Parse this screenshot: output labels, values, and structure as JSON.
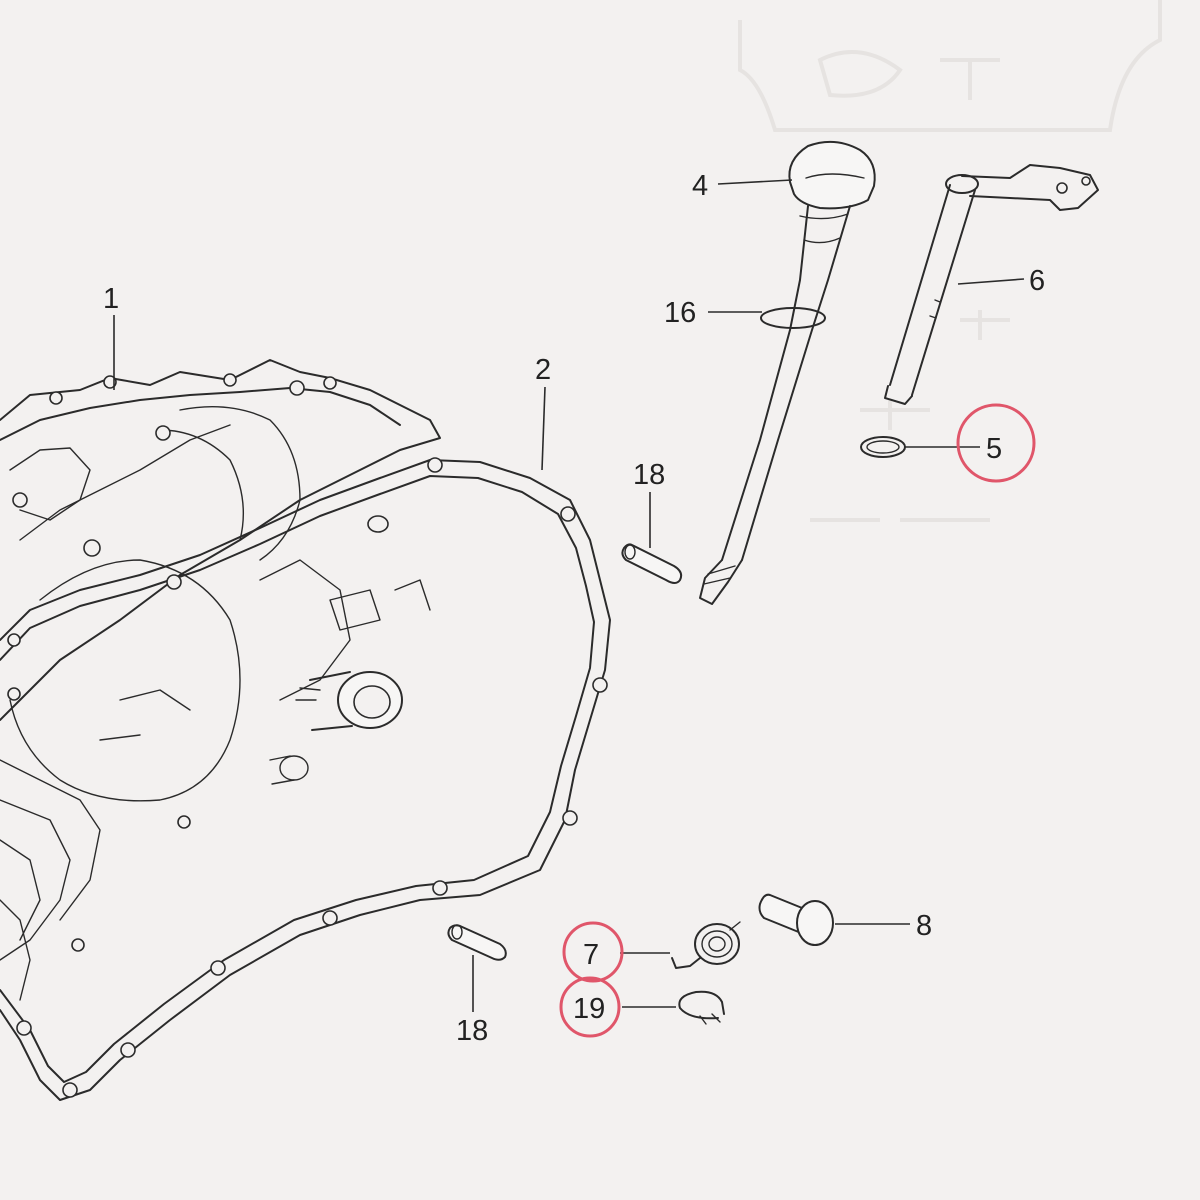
{
  "diagram": {
    "part_labels": {
      "p1": "1",
      "p2": "2",
      "p4": "4",
      "p5": "5",
      "p6": "6",
      "p7": "7",
      "p8": "8",
      "p16": "16",
      "p18a": "18",
      "p18b": "18",
      "p19": "19"
    },
    "highlighted_parts": [
      "5",
      "7",
      "19"
    ],
    "highlight_color": "#e0566a",
    "line_color": "#2b2b2b",
    "paper_color": "#f3f1f0"
  }
}
